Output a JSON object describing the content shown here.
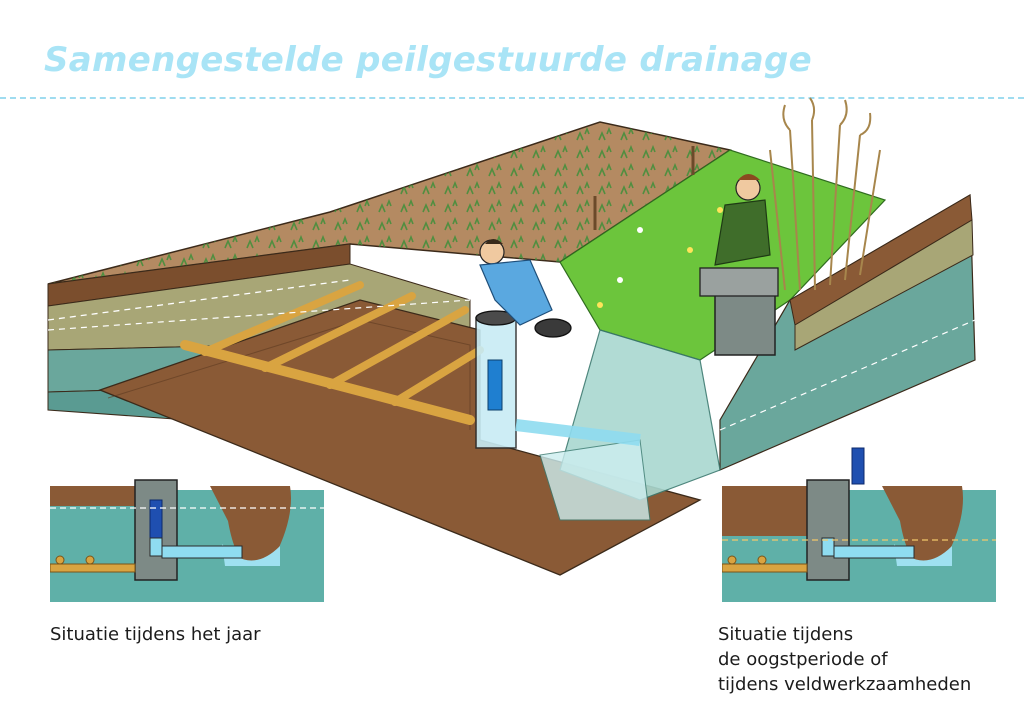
{
  "title": "Samengestelde peilgestuurde drainage",
  "captions": {
    "left": "Situatie tijdens het jaar",
    "right_lines": [
      "Situatie tijdens",
      "de oogstperiode of",
      "tijdens veldwerkzaamheden"
    ]
  },
  "colors": {
    "title": "#a9e4f6",
    "soil": "#8a5a36",
    "soil_dark": "#5e3b22",
    "topsoil": "#a97d52",
    "groundwater": "#5fb0a8",
    "water": "#9fe0f0",
    "drain_pipe": "#d9a441",
    "grass": "#6cc53c",
    "pipe": "#7fd4ec",
    "control_pit": "#7d8a86"
  },
  "icons": [
    "crop-rows",
    "drain-pipes",
    "control-well",
    "outlet-pipe",
    "ditch",
    "reeds",
    "farmer-figure",
    "worker-figure",
    "weir-gate"
  ]
}
